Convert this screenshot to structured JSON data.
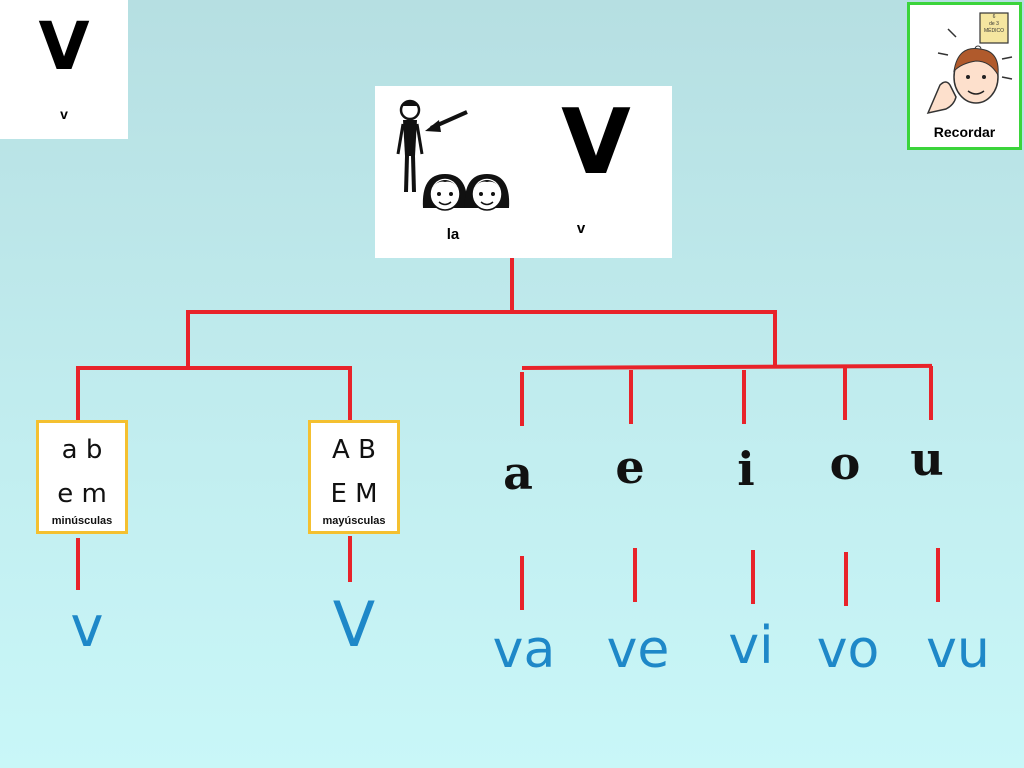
{
  "corner_card": {
    "letter": "V",
    "caption": "v"
  },
  "recordar": {
    "label": "Recordar",
    "note_lines": [
      "6",
      "de 3",
      "MÉDICO"
    ]
  },
  "header_card": {
    "article_caption": "la",
    "letter": "V",
    "letter_caption": "v"
  },
  "minusculas": {
    "row1": "a b",
    "row2": "e m",
    "label": "minúsculas",
    "result": "v"
  },
  "mayusculas": {
    "row1": "A B",
    "row2": "E M",
    "label": "mayúsculas",
    "result": "V"
  },
  "vowels": [
    "a",
    "e",
    "i",
    "o",
    "u"
  ],
  "syllables": [
    "va",
    "ve",
    "vi",
    "vo",
    "vu"
  ],
  "colors": {
    "line": "#e8232a",
    "syllable": "#1e88c8",
    "case_border": "#f4c030",
    "recordar_border": "#3bd43b"
  }
}
